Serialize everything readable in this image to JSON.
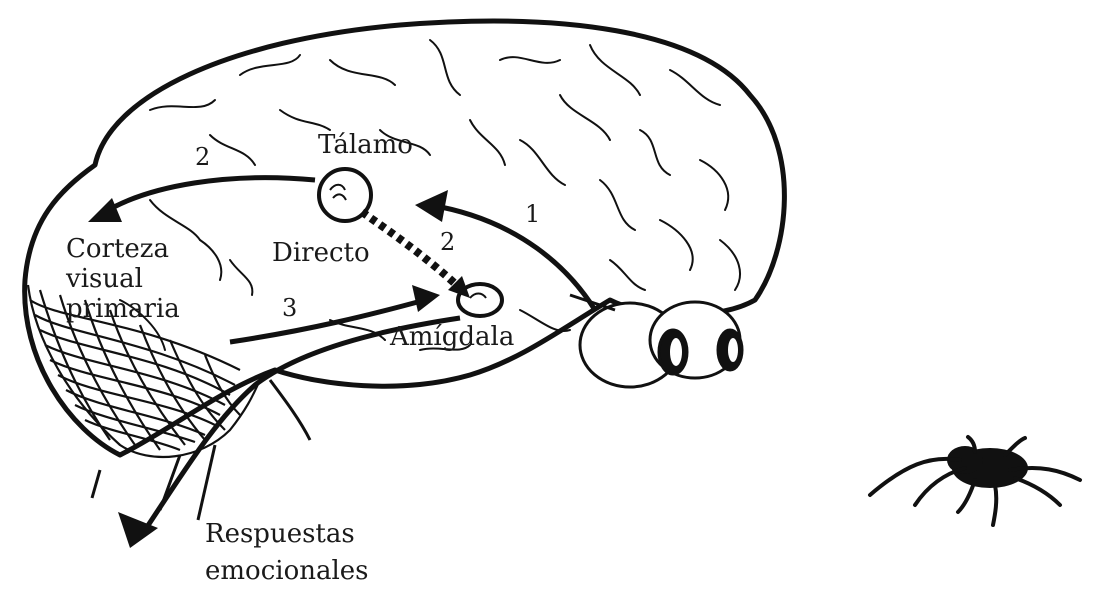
{
  "labels": {
    "talamo": "Tálamo",
    "corteza": [
      "Corteza",
      "visual",
      "primaria"
    ],
    "directo": "Directo",
    "amigdala": "Amígdala",
    "respuestas": [
      "Respuestas",
      "emocionales"
    ]
  },
  "path_numbers": {
    "path_1": "1",
    "path_2_cortex": "2",
    "path_2_direct": "2",
    "path_3": "3"
  },
  "colors": {
    "ink": "#111111",
    "background": "#ffffff"
  }
}
